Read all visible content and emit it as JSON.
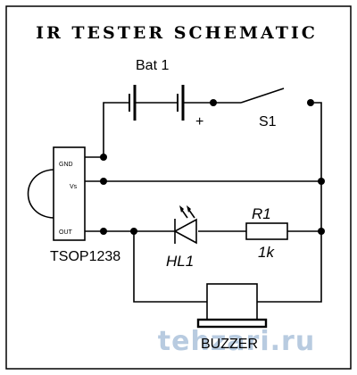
{
  "title": "IR TESTER SCHEMATIC",
  "battery": {
    "label": "Bat 1",
    "polarity": "+"
  },
  "switch": {
    "label": "S1"
  },
  "sensor": {
    "label": "TSOP1238",
    "pins": {
      "gnd": "GND",
      "vs": "Vs",
      "out": "OUT"
    }
  },
  "led": {
    "label": "HL1"
  },
  "resistor": {
    "label": "R1",
    "value": "1k"
  },
  "buzzer": {
    "label": "BUZZER"
  },
  "watermark": {
    "text": "tehzari.ru"
  },
  "colors": {
    "ink": "#000000",
    "watermark": "#b8cbe0",
    "background": "#ffffff"
  }
}
